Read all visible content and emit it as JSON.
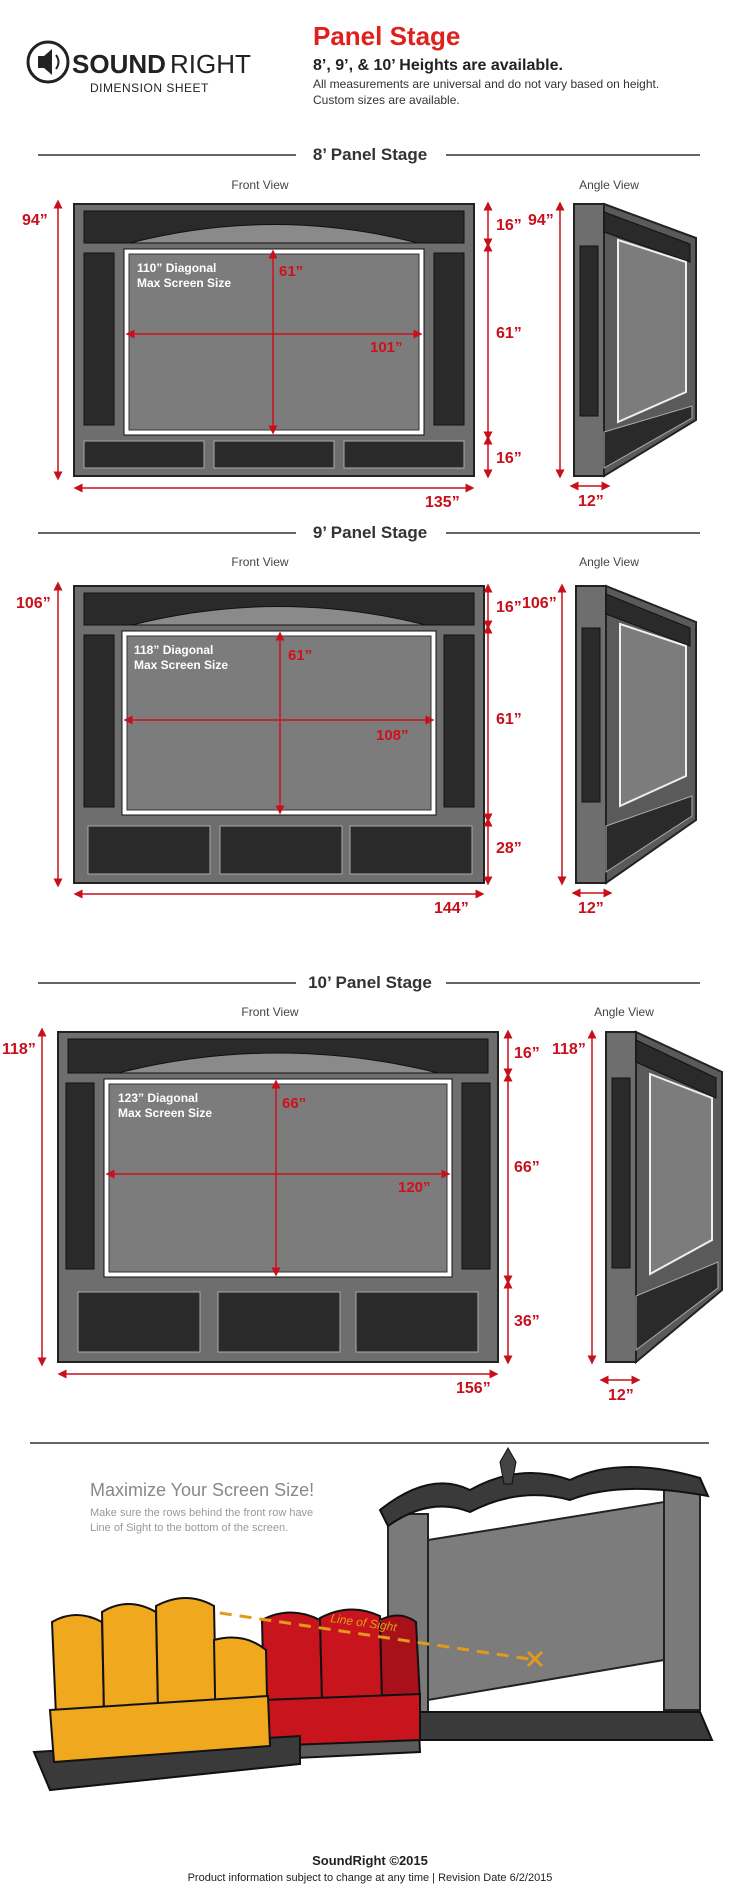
{
  "brand": {
    "name_bold": "SOUND",
    "name_light": "RIGHT",
    "subtitle": "DIMENSION SHEET"
  },
  "header": {
    "title": "Panel Stage",
    "heights": "8’, 9’, & 10’ Heights are available.",
    "note1": "All measurements are universal and do not vary based on height.",
    "note2": "Custom sizes are available."
  },
  "stages": [
    {
      "title": "8’ Panel Stage",
      "front_label": "Front View",
      "angle_label": "Angle View",
      "height": "94”",
      "top": "16”",
      "mid": "61”",
      "bottom": "16”",
      "width": "135”",
      "depth": "12”",
      "diag1": "110” Diagonal",
      "diag2": "Max Screen Size",
      "screen_h": "61”",
      "screen_w": "101”"
    },
    {
      "title": "9’ Panel Stage",
      "front_label": "Front View",
      "angle_label": "Angle View",
      "height": "106”",
      "top": "16”",
      "mid": "61”",
      "bottom": "28”",
      "width": "144”",
      "depth": "12”",
      "diag1": "118” Diagonal",
      "diag2": "Max Screen Size",
      "screen_h": "61”",
      "screen_w": "108”"
    },
    {
      "title": "10’ Panel Stage",
      "front_label": "Front View",
      "angle_label": "Angle View",
      "height": "118”",
      "top": "16”",
      "mid": "66”",
      "bottom": "36”",
      "width": "156”",
      "depth": "12”",
      "diag1": "123” Diagonal",
      "diag2": "Max Screen Size",
      "screen_h": "66”",
      "screen_w": "120”"
    }
  ],
  "maximize": {
    "title": "Maximize Your Screen Size!",
    "line1": "Make sure the rows behind the front row have",
    "line2": "Line of Sight to the bottom of the screen.",
    "line_of_sight": "Line of Sight"
  },
  "footer": {
    "copyright": "SoundRight ©2015",
    "disclaimer": "Product information subject to change at any time | Revision Date 6/2/2015"
  },
  "colors": {
    "accent_red": "#e0201c",
    "dim_red": "#c8101c",
    "panel_gray": "#6e6e6e",
    "screen_gray": "#7c7c7c",
    "seat_yellow": "#f0a81e",
    "seat_red": "#c8141c",
    "sight_orange": "#e39a1c"
  }
}
